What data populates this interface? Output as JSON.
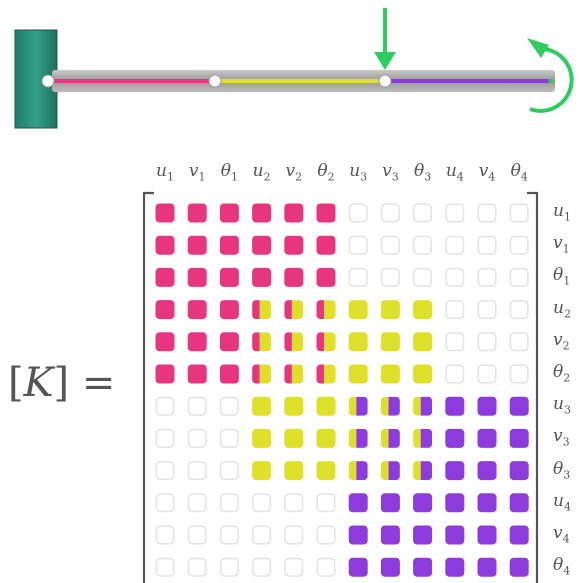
{
  "matrix_label": {
    "open_bracket": "[",
    "symbol": "K",
    "close_bracket": "]",
    "equals": "="
  },
  "dof_labels": [
    {
      "sym": "u",
      "sub": "1"
    },
    {
      "sym": "v",
      "sub": "1"
    },
    {
      "sym": "θ",
      "sub": "1"
    },
    {
      "sym": "u",
      "sub": "2"
    },
    {
      "sym": "v",
      "sub": "2"
    },
    {
      "sym": "θ",
      "sub": "2"
    },
    {
      "sym": "u",
      "sub": "3"
    },
    {
      "sym": "v",
      "sub": "3"
    },
    {
      "sym": "θ",
      "sub": "3"
    },
    {
      "sym": "u",
      "sub": "4"
    },
    {
      "sym": "v",
      "sub": "4"
    },
    {
      "sym": "θ",
      "sub": "4"
    }
  ],
  "elements": [
    {
      "color": "#e8357f",
      "dofs": [
        0,
        5
      ]
    },
    {
      "color": "#dfe02a",
      "dofs": [
        3,
        8
      ]
    },
    {
      "color": "#8e3bde",
      "dofs": [
        6,
        11
      ]
    }
  ],
  "colors": {
    "empty_cell": "#e3e3e3",
    "bracket": "#555555",
    "load_arrow": "#2ecc5e",
    "moment_arrow": "#2ecc5e",
    "wall": "#2a8c78",
    "beam": "#a9a9a9"
  },
  "icons": {
    "support": "fixed-wall-support",
    "point_load": "down-arrow-icon",
    "moment": "clockwise-moment-icon"
  }
}
